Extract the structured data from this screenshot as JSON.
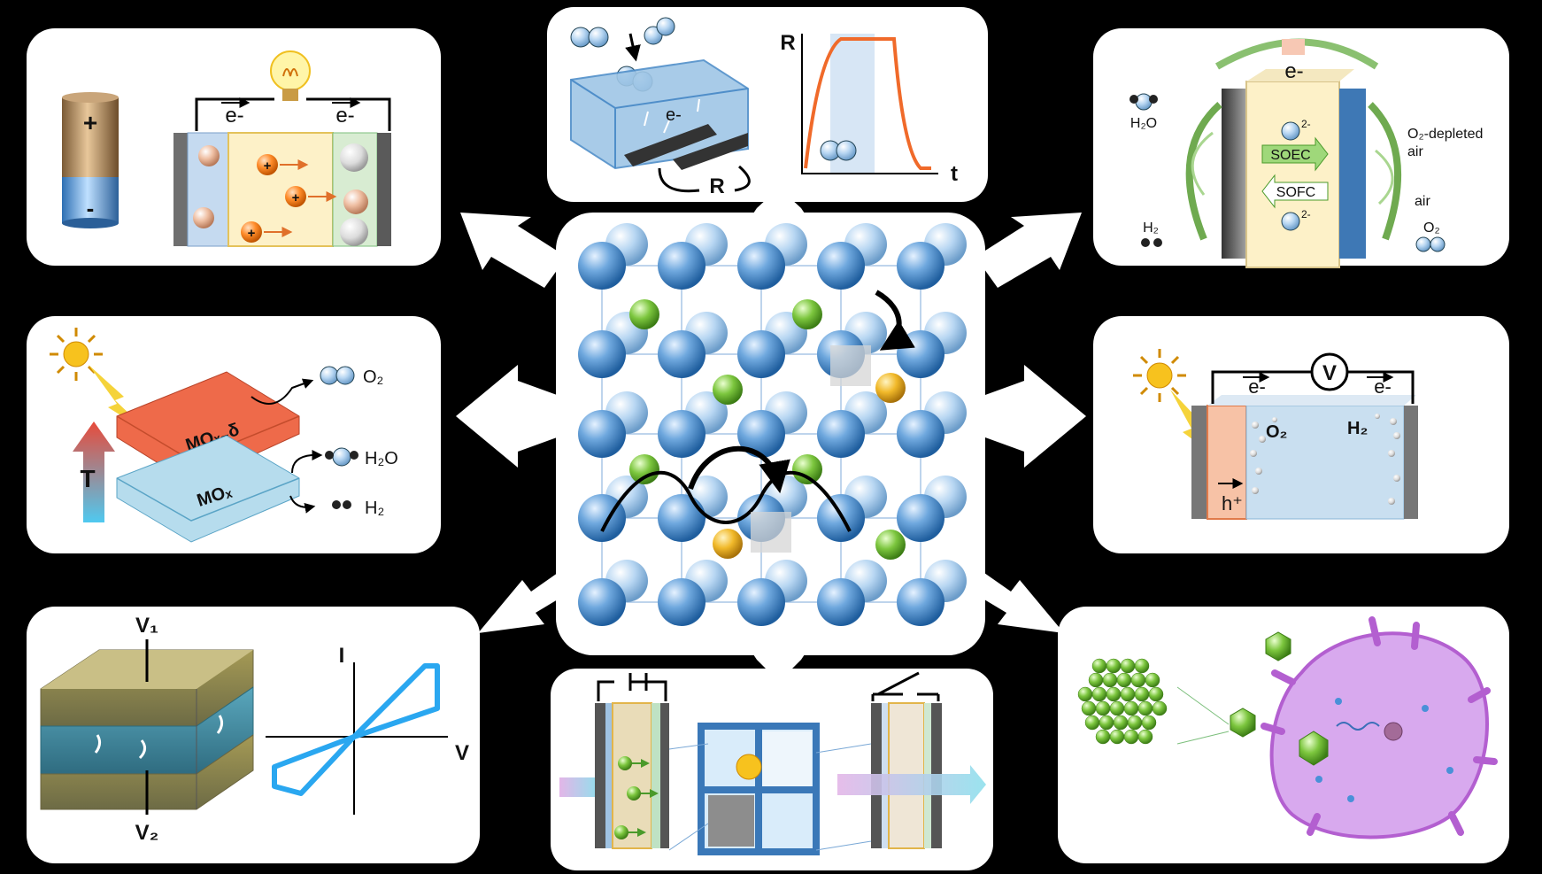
{
  "battery": {
    "e1": "e-",
    "e2": "e-",
    "plus": "+",
    "minus": "-",
    "ion": "+"
  },
  "sensor": {
    "r_axis": "R",
    "t_axis": "t",
    "r_label": "R",
    "e_label": "e-"
  },
  "fuelcell": {
    "e_label": "e-",
    "h2o": "H₂O",
    "h2": "H₂",
    "o2": "O₂",
    "soec": "SOEC",
    "sofc": "SOFC",
    "depleted_a": "O₂-depleted",
    "depleted_b": "air",
    "air": "air",
    "ion_charge": "2-"
  },
  "thermo": {
    "t_arrow": "T",
    "mox_d": "MOₓ₋δ",
    "mox": "MOₓ",
    "o2": "O₂",
    "h2o": "H₂O",
    "h2": "H₂"
  },
  "photo": {
    "v": "V",
    "e1": "e-",
    "e2": "e-",
    "o2": "O₂",
    "h2": "H₂",
    "hplus": "h⁺"
  },
  "memristor": {
    "v1": "V₁",
    "v2": "V₂",
    "i_axis": "I",
    "v_axis": "V"
  },
  "colors": {
    "blue_ion": "#3d7fc4",
    "green_ion": "#5fae2e",
    "gold_ion": "#e0a81c",
    "orange_cat": "#ff8c2a",
    "panel_bg": "#ffffff"
  }
}
